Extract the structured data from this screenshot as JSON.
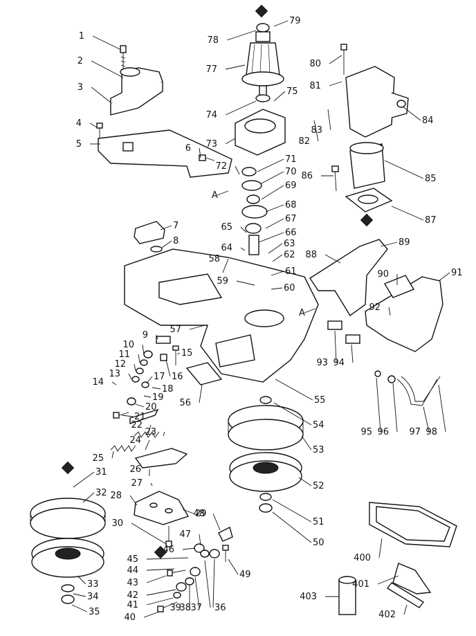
{
  "diagram": {
    "title": "",
    "callouts": [
      "1",
      "2",
      "3",
      "4",
      "5",
      "6",
      "7",
      "8",
      "9",
      "10",
      "11",
      "12",
      "13",
      "14",
      "15",
      "16",
      "17",
      "18",
      "19",
      "20",
      "21",
      "22",
      "23",
      "24",
      "25",
      "26",
      "27",
      "28",
      "29",
      "30",
      "31",
      "32",
      "33",
      "34",
      "35",
      "36",
      "37",
      "38",
      "39",
      "40",
      "41",
      "42",
      "43",
      "44",
      "45",
      "46",
      "47",
      "48",
      "49",
      "50",
      "51",
      "52",
      "53",
      "54",
      "55",
      "56",
      "57",
      "58",
      "59",
      "60",
      "61",
      "62",
      "63",
      "64",
      "65",
      "66",
      "67",
      "68",
      "69",
      "70",
      "71",
      "72",
      "73",
      "74",
      "75",
      "77",
      "78",
      "79",
      "80",
      "81",
      "82",
      "83",
      "84",
      "85",
      "86",
      "87",
      "88",
      "89",
      "90",
      "91",
      "92",
      "93",
      "94",
      "95",
      "96",
      "97",
      "98",
      "400",
      "401",
      "402",
      "403"
    ],
    "direction_marks": [
      "A",
      "A"
    ],
    "line_color": "#111111",
    "background": "#ffffff"
  }
}
